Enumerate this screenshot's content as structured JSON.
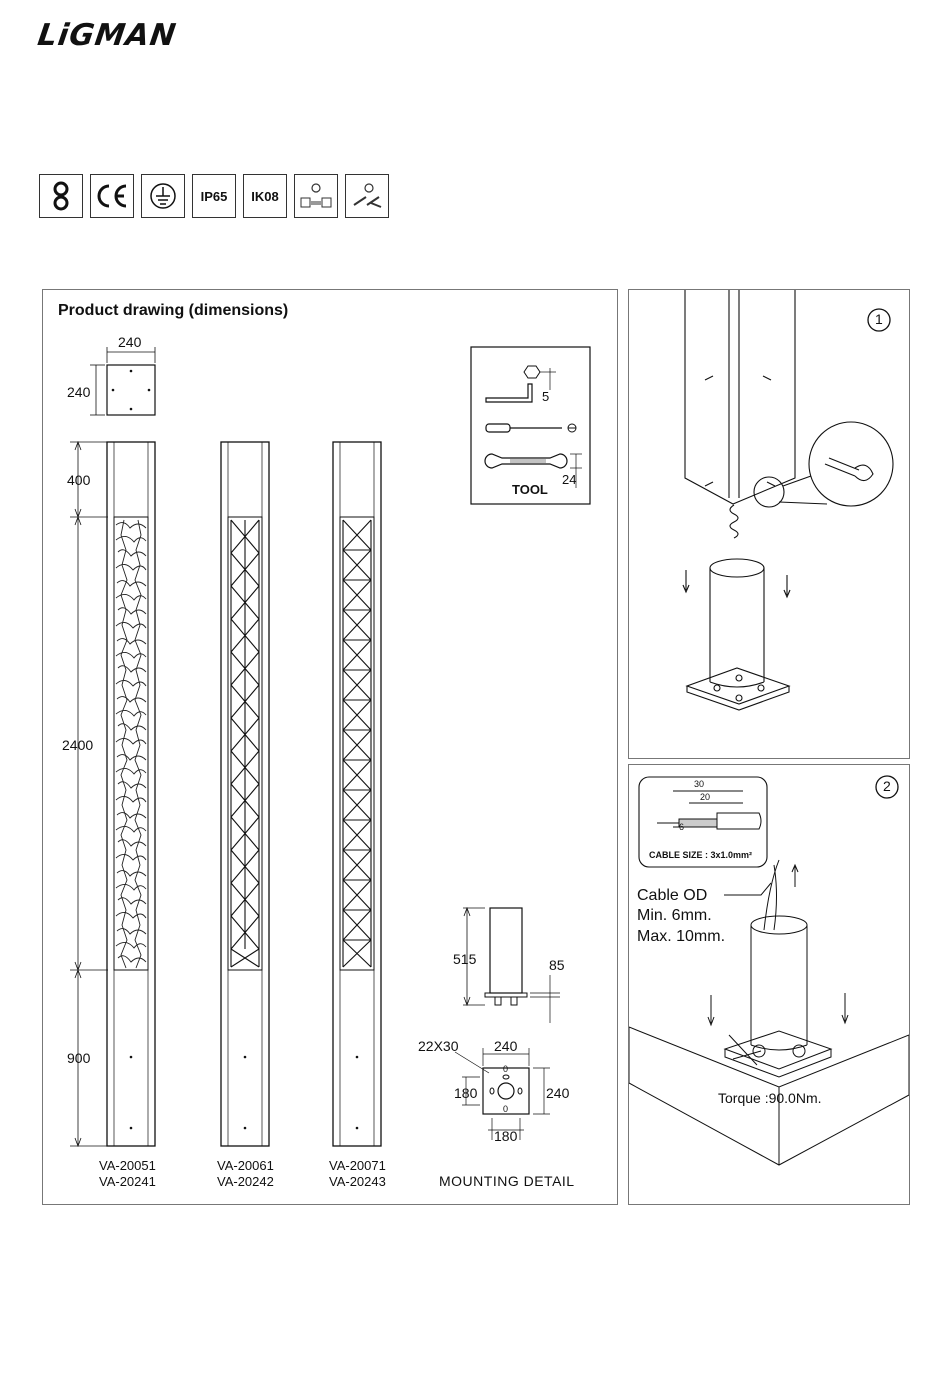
{
  "brand": "LiGMAN",
  "badges": {
    "ip": "IP65",
    "ik": "IK08"
  },
  "drawing": {
    "title": "Product drawing (dimensions)",
    "top_view": {
      "width": "240",
      "depth": "240"
    },
    "heights": {
      "top": "400",
      "middle": "2400",
      "bottom": "900"
    },
    "models": [
      {
        "line1": "VA-20051",
        "line2": "VA-20241"
      },
      {
        "line1": "VA-20061",
        "line2": "VA-20242"
      },
      {
        "line1": "VA-20071",
        "line2": "VA-20243"
      }
    ],
    "tool": {
      "label": "TOOL",
      "hex_size": "5",
      "wrench_size": "24"
    },
    "base": {
      "height": "515",
      "plate": "85"
    },
    "mounting": {
      "slot": "22X30",
      "outer_w": "240",
      "outer_h": "240",
      "inner_w": "180",
      "inner_h": "180",
      "hole_label": "0",
      "title": "MOUNTING DETAIL"
    }
  },
  "step1": {
    "number": "1"
  },
  "step2": {
    "number": "2",
    "strip": {
      "total": "30",
      "mid": "20",
      "inner": "6",
      "cable_size": "CABLE SIZE : 3x1.0mm²"
    },
    "cable_od": "Cable OD",
    "min": "Min. 6mm.",
    "max": "Max. 10mm.",
    "torque": "Torque :90.0Nm."
  }
}
